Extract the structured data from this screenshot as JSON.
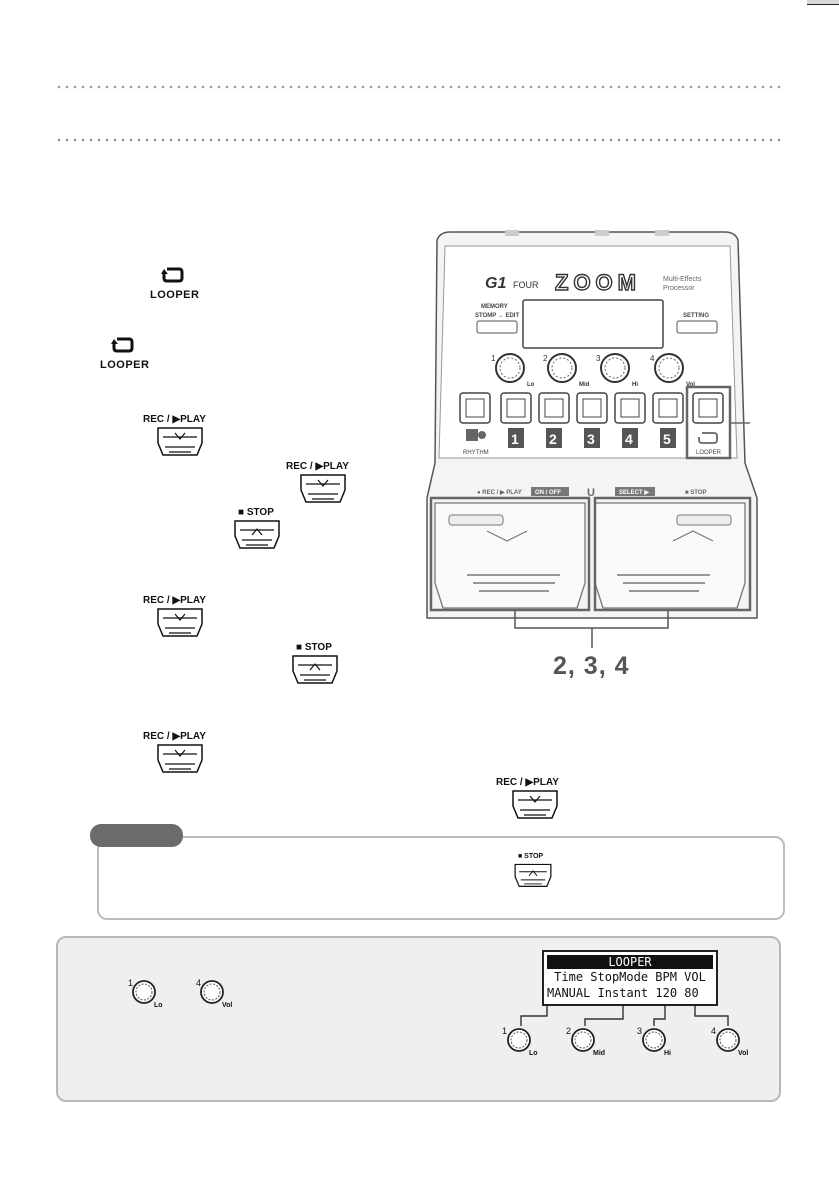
{
  "looper_label": "LOOPER",
  "pedals": {
    "rec_play_label": "REC / ▶PLAY",
    "stop_label": "■ STOP"
  },
  "device": {
    "model": "G1",
    "model_suffix": "FOUR",
    "brand": "ZOOM",
    "subtitle_line1": "Multi-Effects",
    "subtitle_line2": "Processor",
    "memory_label": "MEMORY",
    "stomp_edit_label": "STOMP → EDIT",
    "setting_label": "SETTING",
    "knobs": [
      {
        "num": "1",
        "label": "Lo"
      },
      {
        "num": "2",
        "label": "Mid"
      },
      {
        "num": "3",
        "label": "Hi"
      },
      {
        "num": "4",
        "label": "Vol"
      }
    ],
    "slot_numbers": [
      "1",
      "2",
      "3",
      "4",
      "5"
    ],
    "rhythm_label": "RHYTHM",
    "looper_label": "LOOPER",
    "footer_rec_play": "● REC / ▶ PLAY",
    "footer_on_off": "ON / OFF",
    "footer_select": "SELECT ▶",
    "footer_stop": "■ STOP"
  },
  "callout_steps": "2, 3, 4",
  "lcd": {
    "title": "LOOPER",
    "header_row": "Time StopMode BPM VOL",
    "value_row": "MANUAL Instant  120  80"
  },
  "panel_knobs_left": [
    {
      "num": "1",
      "label": "Lo"
    },
    {
      "num": "4",
      "label": "Vol"
    }
  ],
  "panel_knobs_right": [
    {
      "num": "1",
      "label": "Lo"
    },
    {
      "num": "2",
      "label": "Mid"
    },
    {
      "num": "3",
      "label": "Hi"
    },
    {
      "num": "4",
      "label": "Vol"
    }
  ]
}
